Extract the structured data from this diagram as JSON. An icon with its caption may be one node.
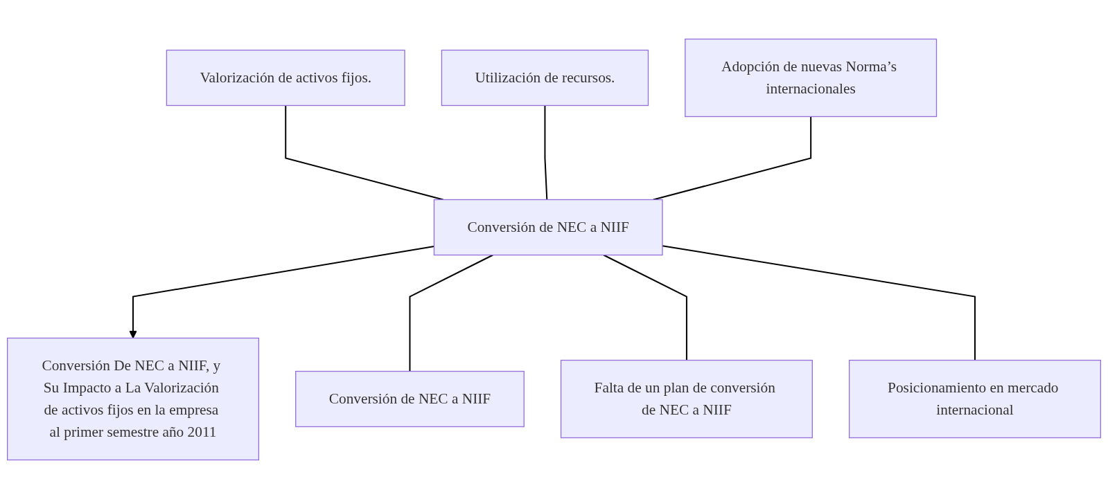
{
  "diagram": {
    "nodes": [
      {
        "text": [
          "Valorización de activos fijos."
        ]
      },
      {
        "text": [
          "Utilización de recursos."
        ]
      },
      {
        "text": [
          "Adopción de nuevas Norma’s internacionales"
        ]
      },
      {
        "text": [
          "Conversión de NEC a NIIF"
        ]
      },
      {
        "text": [
          "Conversión De NEC a NIIF, y Su Impacto a La Valorización de activos fijos en la empresa al primer semestre año 2011"
        ]
      },
      {
        "text": [
          "Conversión de NEC a NIIF"
        ]
      },
      {
        "text": [
          "Falta de un plan de conversión de NEC a NIIF"
        ]
      },
      {
        "text": [
          "Posicionamiento en mercado internacional"
        ]
      }
    ],
    "edges": [
      {
        "from": 0,
        "to": 3,
        "arrow": "none"
      },
      {
        "from": 1,
        "to": 3,
        "arrow": "none"
      },
      {
        "from": 2,
        "to": 3,
        "arrow": "none"
      },
      {
        "from": 3,
        "to": 4,
        "arrow": "to"
      },
      {
        "from": 3,
        "to": 5,
        "arrow": "none"
      },
      {
        "from": 3,
        "to": 6,
        "arrow": "none"
      },
      {
        "from": 3,
        "to": 7,
        "arrow": "none"
      }
    ]
  }
}
